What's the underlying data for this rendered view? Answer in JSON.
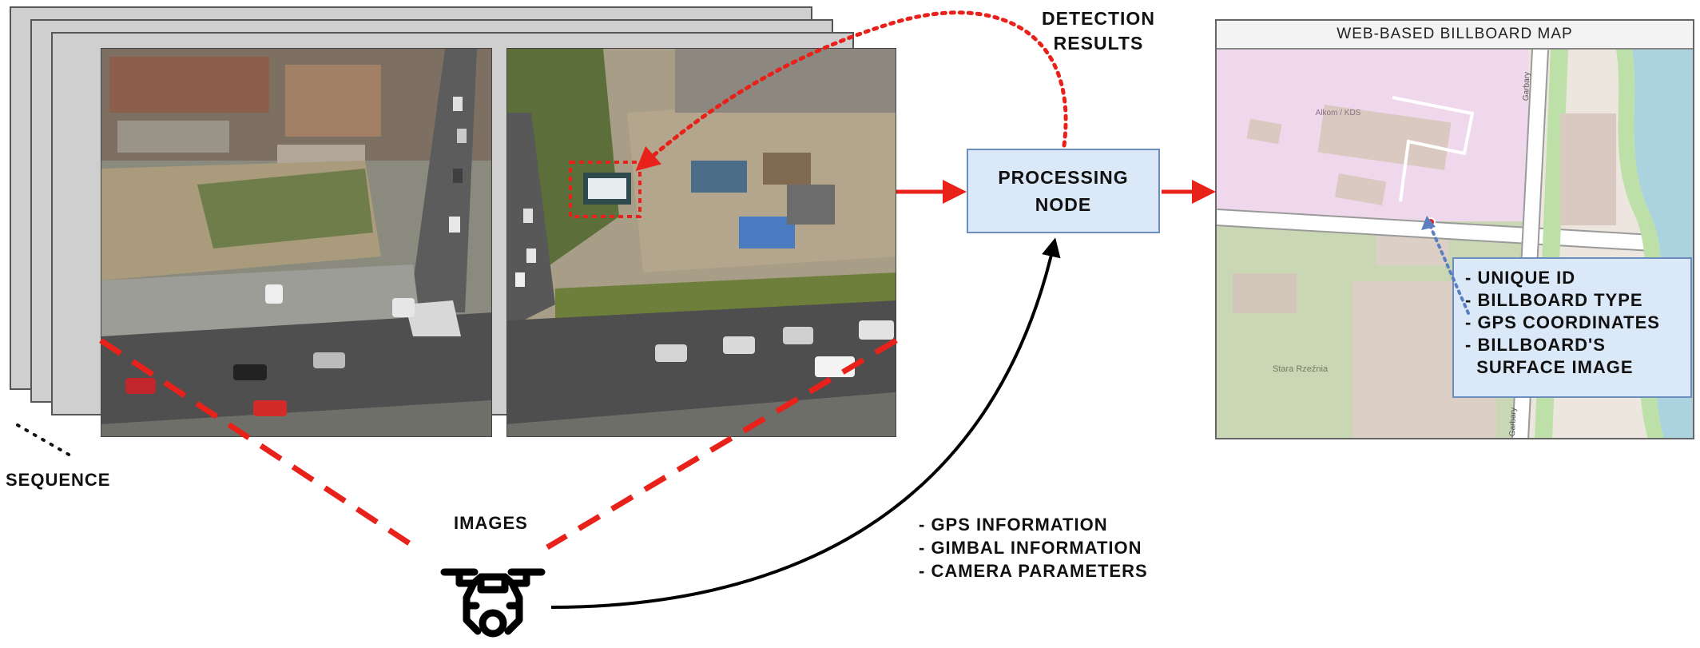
{
  "labels": {
    "sequence": "SEQUENCE",
    "images": "IMAGES",
    "detection_results": [
      "DETECTION",
      "RESULTS"
    ],
    "processing_node": [
      "PROCESSING",
      "NODE"
    ]
  },
  "drone_metadata": [
    "- GPS INFORMATION",
    "- GIMBAL INFORMATION",
    "- CAMERA PARAMETERS"
  ],
  "map": {
    "title": "WEB-BASED BILLBOARD MAP",
    "place_labels": [
      "Alkom / KDS",
      "Stara Rzeźnia"
    ],
    "street_labels": [
      "Garbary",
      "Garbary"
    ]
  },
  "billboard_info": [
    "- UNIQUE ID",
    "- BILLBOARD TYPE",
    "- GPS COORDINATES",
    "- BILLBOARD'S",
    "  SURFACE IMAGE"
  ],
  "colors": {
    "red_arrow": "#e8221b",
    "black_arrow": "#000000",
    "node_fill": "#dbe8f8",
    "node_border": "#6c8ebf",
    "frame_gray": "#cfcfcf"
  },
  "icons": [
    "drone-icon"
  ]
}
